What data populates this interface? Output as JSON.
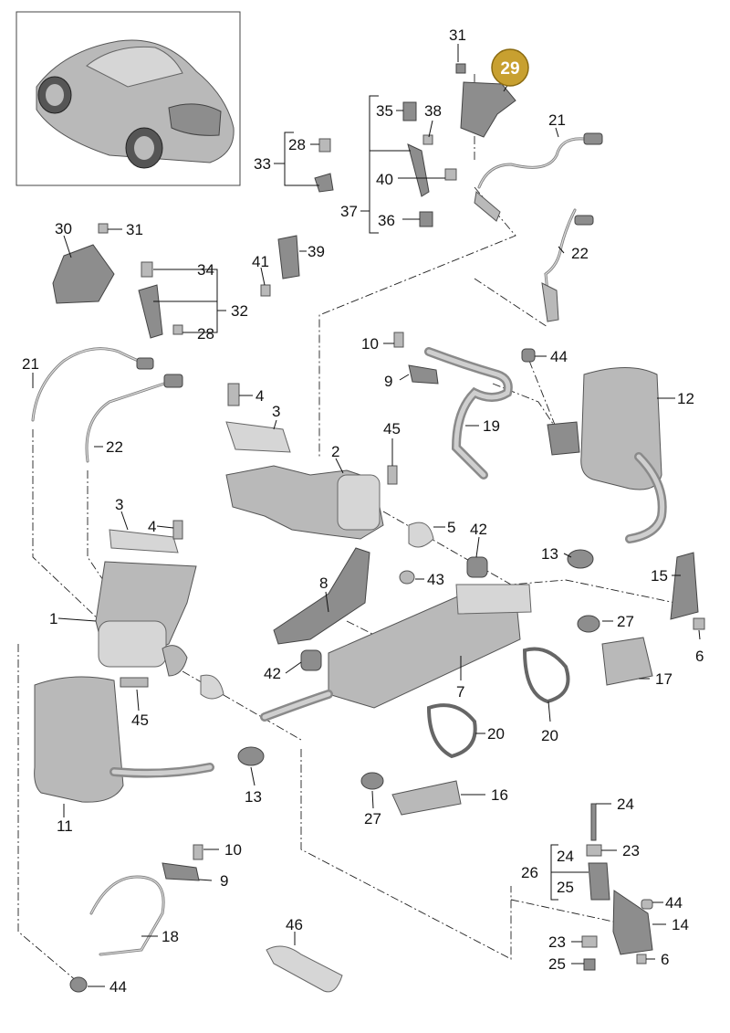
{
  "callouts": {
    "c1": "1",
    "c2": "2",
    "c3a": "3",
    "c3b": "3",
    "c4a": "4",
    "c4b": "4",
    "c5": "5",
    "c6a": "6",
    "c6b": "6",
    "c7": "7",
    "c8": "8",
    "c9a": "9",
    "c9b": "9",
    "c10a": "10",
    "c10b": "10",
    "c11": "11",
    "c12": "12",
    "c13a": "13",
    "c13b": "13",
    "c14": "14",
    "c15": "15",
    "c16": "16",
    "c17": "17",
    "c18": "18",
    "c19": "19",
    "c20a": "20",
    "c20b": "20",
    "c21a": "21",
    "c21b": "21",
    "c22a": "22",
    "c22b": "22",
    "c23a": "23",
    "c23b": "23",
    "c24a": "24",
    "c24b": "24",
    "c25a": "25",
    "c25b": "25",
    "c26": "26",
    "c27a": "27",
    "c27b": "27",
    "c28a": "28",
    "c28b": "28",
    "c29": "29",
    "c30": "30",
    "c31a": "31",
    "c31b": "31",
    "c32": "32",
    "c33": "33",
    "c34": "34",
    "c35": "35",
    "c36": "36",
    "c37": "37",
    "c38": "38",
    "c39": "39",
    "c40": "40",
    "c41": "41",
    "c42a": "42",
    "c42b": "42",
    "c43": "43",
    "c44a": "44",
    "c44b": "44",
    "c44c": "44",
    "c45a": "45",
    "c45b": "45",
    "c46": "46"
  },
  "highlight": {
    "part": "29",
    "color": "#c8a030"
  },
  "colors": {
    "line": "#111111",
    "part": "#b9b9b9",
    "background": "#ffffff"
  }
}
